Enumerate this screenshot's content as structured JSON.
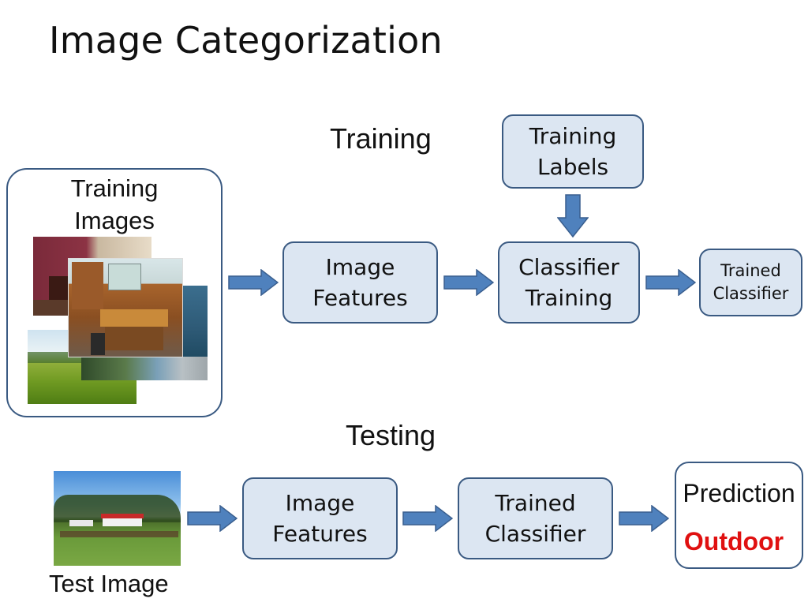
{
  "slide": {
    "title": "Image Categorization"
  },
  "training": {
    "section_label": "Training",
    "images_label": [
      "Training",
      "Images"
    ],
    "labels_box": [
      "Training",
      "Labels"
    ],
    "features_box": [
      "Image",
      "Features"
    ],
    "classifier_box": [
      "Classifier",
      "Training"
    ],
    "trained_box": [
      "Trained",
      "Classifier"
    ]
  },
  "testing": {
    "section_label": "Testing",
    "test_image_label": "Test Image",
    "features_box": [
      "Image",
      "Features"
    ],
    "classifier_box": [
      "Trained",
      "Classifier"
    ],
    "prediction_label": "Prediction",
    "prediction_value": "Outdoor"
  },
  "colors": {
    "box_fill": "#dce6f2",
    "box_border": "#3a5a82",
    "arrow_fill": "#4f81bd",
    "arrow_stroke": "#3a5f8f",
    "prediction_text": "#e01010"
  }
}
